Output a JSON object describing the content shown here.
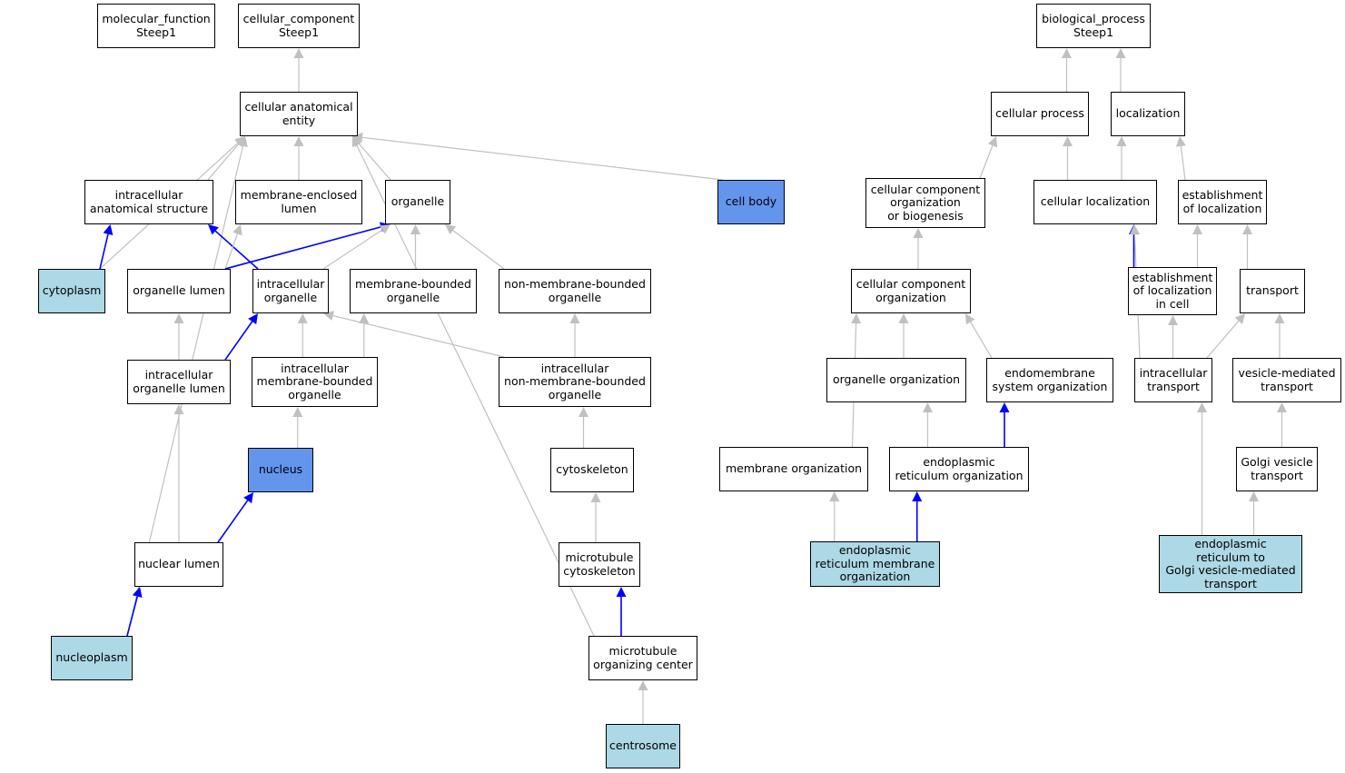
{
  "colors": {
    "edge_default": "#c0c0c0",
    "edge_highlight": "#0000ff",
    "fill_light": "#add8e6",
    "fill_blue": "#6495ed",
    "fill_white": "#ffffff"
  },
  "nodes": {
    "molecular_function": "molecular_function\nSteep1",
    "cellular_component": "cellular_component\nSteep1",
    "biological_process": "biological_process\nSteep1",
    "cellular_anatomical_entity": "cellular anatomical\nentity",
    "intracellular_anatomical_structure": "intracellular\nanatomical structure",
    "membrane_enclosed_lumen": "membrane-enclosed\nlumen",
    "organelle": "organelle",
    "cell_body": "cell body",
    "cytoplasm": "cytoplasm",
    "organelle_lumen": "organelle lumen",
    "intracellular_organelle": "intracellular\norganelle",
    "membrane_bounded_organelle": "membrane-bounded\norganelle",
    "non_membrane_bounded_organelle": "non-membrane-bounded\norganelle",
    "intracellular_organelle_lumen": "intracellular\norganelle lumen",
    "intracellular_membrane_bounded_organelle": "intracellular\nmembrane-bounded\norganelle",
    "intracellular_non_membrane_bounded_organelle": "intracellular\nnon-membrane-bounded\norganelle",
    "nucleus": "nucleus",
    "cytoskeleton": "cytoskeleton",
    "nuclear_lumen": "nuclear lumen",
    "microtubule_cytoskeleton": "microtubule\ncytoskeleton",
    "nucleoplasm": "nucleoplasm",
    "microtubule_organizing_center": "microtubule\norganizing center",
    "centrosome": "centrosome",
    "cellular_process": "cellular process",
    "localization": "localization",
    "cellular_component_organization_or_biogenesis": "cellular component\norganization\nor biogenesis",
    "cellular_localization": "cellular localization",
    "establishment_of_localization": "establishment\nof localization",
    "cellular_component_organization": "cellular component\norganization",
    "establishment_of_localization_in_cell": "establishment\nof localization\nin cell",
    "transport": "transport",
    "organelle_organization": "organelle organization",
    "endomembrane_system_organization": "endomembrane\nsystem organization",
    "intracellular_transport": "intracellular\ntransport",
    "vesicle_mediated_transport": "vesicle-mediated\ntransport",
    "membrane_organization": "membrane organization",
    "er_organization": "endoplasmic\nreticulum organization",
    "golgi_vesicle_transport": "Golgi vesicle\ntransport",
    "er_membrane_organization": "endoplasmic\nreticulum membrane\norganization",
    "er_to_golgi_transport": "endoplasmic\nreticulum to\nGolgi vesicle-mediated\ntransport"
  },
  "edges": [
    {
      "from": "cellular_anatomical_entity",
      "to": "cellular_component",
      "highlight": false
    },
    {
      "from": "intracellular_anatomical_structure",
      "to": "cellular_anatomical_entity",
      "highlight": false
    },
    {
      "from": "membrane_enclosed_lumen",
      "to": "cellular_anatomical_entity",
      "highlight": false
    },
    {
      "from": "organelle",
      "to": "cellular_anatomical_entity",
      "highlight": false
    },
    {
      "from": "cell_body",
      "to": "cellular_anatomical_entity",
      "highlight": false
    },
    {
      "from": "cytoplasm",
      "to": "cellular_anatomical_entity",
      "highlight": false
    },
    {
      "from": "nucleoplasm",
      "to": "cellular_anatomical_entity",
      "highlight": false
    },
    {
      "from": "microtubule_organizing_center",
      "to": "cellular_anatomical_entity",
      "highlight": false
    },
    {
      "from": "cytoplasm",
      "to": "intracellular_anatomical_structure",
      "highlight": true
    },
    {
      "from": "intracellular_organelle",
      "to": "intracellular_anatomical_structure",
      "highlight": true
    },
    {
      "from": "organelle_lumen",
      "to": "membrane_enclosed_lumen",
      "highlight": false
    },
    {
      "from": "organelle_lumen",
      "to": "organelle",
      "highlight": true
    },
    {
      "from": "intracellular_organelle",
      "to": "organelle",
      "highlight": false
    },
    {
      "from": "membrane_bounded_organelle",
      "to": "organelle",
      "highlight": false
    },
    {
      "from": "non_membrane_bounded_organelle",
      "to": "organelle",
      "highlight": false
    },
    {
      "from": "intracellular_organelle_lumen",
      "to": "organelle_lumen",
      "highlight": false
    },
    {
      "from": "intracellular_organelle_lumen",
      "to": "intracellular_organelle",
      "highlight": true
    },
    {
      "from": "intracellular_membrane_bounded_organelle",
      "to": "intracellular_organelle",
      "highlight": false
    },
    {
      "from": "intracellular_non_membrane_bounded_organelle",
      "to": "intracellular_organelle",
      "highlight": false
    },
    {
      "from": "intracellular_membrane_bounded_organelle",
      "to": "membrane_bounded_organelle",
      "highlight": false
    },
    {
      "from": "intracellular_non_membrane_bounded_organelle",
      "to": "non_membrane_bounded_organelle",
      "highlight": false
    },
    {
      "from": "nucleus",
      "to": "intracellular_membrane_bounded_organelle",
      "highlight": false
    },
    {
      "from": "cytoskeleton",
      "to": "intracellular_non_membrane_bounded_organelle",
      "highlight": false
    },
    {
      "from": "nuclear_lumen",
      "to": "intracellular_organelle_lumen",
      "highlight": false
    },
    {
      "from": "nuclear_lumen",
      "to": "nucleus",
      "highlight": true
    },
    {
      "from": "microtubule_cytoskeleton",
      "to": "cytoskeleton",
      "highlight": false
    },
    {
      "from": "nucleoplasm",
      "to": "nuclear_lumen",
      "highlight": true
    },
    {
      "from": "microtubule_organizing_center",
      "to": "microtubule_cytoskeleton",
      "highlight": true
    },
    {
      "from": "centrosome",
      "to": "microtubule_organizing_center",
      "highlight": false
    },
    {
      "from": "cellular_process",
      "to": "biological_process",
      "highlight": false
    },
    {
      "from": "localization",
      "to": "biological_process",
      "highlight": false
    },
    {
      "from": "cellular_component_organization_or_biogenesis",
      "to": "cellular_process",
      "highlight": false
    },
    {
      "from": "cellular_localization",
      "to": "cellular_process",
      "highlight": false
    },
    {
      "from": "cellular_localization",
      "to": "localization",
      "highlight": false
    },
    {
      "from": "establishment_of_localization",
      "to": "localization",
      "highlight": false
    },
    {
      "from": "cellular_component_organization",
      "to": "cellular_component_organization_or_biogenesis",
      "highlight": false
    },
    {
      "from": "establishment_of_localization_in_cell",
      "to": "cellular_localization",
      "highlight": true
    },
    {
      "from": "establishment_of_localization_in_cell",
      "to": "establishment_of_localization",
      "highlight": false
    },
    {
      "from": "transport",
      "to": "establishment_of_localization",
      "highlight": false
    },
    {
      "from": "intracellular_transport",
      "to": "cellular_localization",
      "highlight": false
    },
    {
      "from": "intracellular_transport",
      "to": "establishment_of_localization_in_cell",
      "highlight": false
    },
    {
      "from": "intracellular_transport",
      "to": "transport",
      "highlight": false
    },
    {
      "from": "vesicle_mediated_transport",
      "to": "transport",
      "highlight": false
    },
    {
      "from": "organelle_organization",
      "to": "cellular_component_organization",
      "highlight": false
    },
    {
      "from": "endomembrane_system_organization",
      "to": "cellular_component_organization",
      "highlight": false
    },
    {
      "from": "membrane_organization",
      "to": "cellular_component_organization",
      "highlight": false
    },
    {
      "from": "er_organization",
      "to": "organelle_organization",
      "highlight": false
    },
    {
      "from": "er_organization",
      "to": "endomembrane_system_organization",
      "highlight": true
    },
    {
      "from": "golgi_vesicle_transport",
      "to": "vesicle_mediated_transport",
      "highlight": false
    },
    {
      "from": "er_membrane_organization",
      "to": "membrane_organization",
      "highlight": false
    },
    {
      "from": "er_membrane_organization",
      "to": "er_organization",
      "highlight": true
    },
    {
      "from": "er_to_golgi_transport",
      "to": "intracellular_transport",
      "highlight": false
    },
    {
      "from": "er_to_golgi_transport",
      "to": "golgi_vesicle_transport",
      "highlight": false
    }
  ]
}
